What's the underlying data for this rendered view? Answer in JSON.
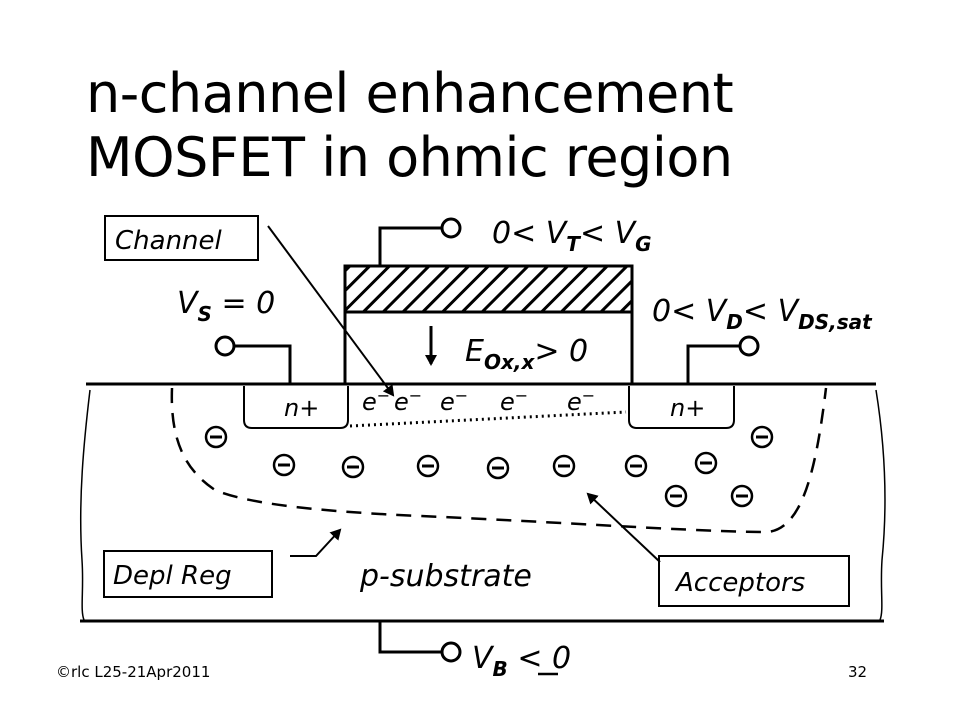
{
  "title_line1": "n-channel enhancement",
  "title_line2": "MOSFET in ohmic region",
  "gate_cond": {
    "lhs": "0< V",
    "sub1": "T",
    "mid": "< V",
    "sub2": "G"
  },
  "source_cond": {
    "v": "V",
    "sub": "S",
    "rest": " = 0"
  },
  "drain_cond": {
    "lhs": "0< V",
    "sub1": "D",
    "mid": "< V",
    "sub2": "DS,sat"
  },
  "field": {
    "e": "E",
    "sub": "Ox,x",
    "rest": "> 0"
  },
  "bulk_cond": {
    "v": "V",
    "sub": "B",
    "rest": " < 0"
  },
  "labels": {
    "channel": "Channel",
    "depl": "Depl Reg",
    "acceptors": "Acceptors",
    "substrate": "p-substrate",
    "nplus_left": "n+",
    "nplus_right": "n+",
    "electron": "e",
    "minus": "−"
  },
  "footer": {
    "left": "©rlc L25-21Apr2011",
    "page": "32"
  }
}
